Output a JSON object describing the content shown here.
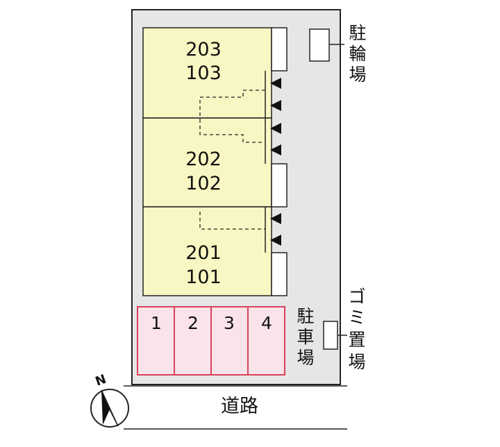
{
  "buildings": [
    {
      "upper_unit": "203",
      "lower_unit": "103"
    },
    {
      "upper_unit": "202",
      "lower_unit": "102"
    },
    {
      "upper_unit": "201",
      "lower_unit": "101"
    }
  ],
  "parking": {
    "slots": [
      "1",
      "2",
      "3",
      "4"
    ],
    "label": [
      "駐",
      "車",
      "場"
    ]
  },
  "bicycle_parking": {
    "label": [
      "駐",
      "輪",
      "場"
    ]
  },
  "garbage_area": {
    "label": [
      "ゴ",
      "ミ",
      "置",
      "場"
    ]
  },
  "road": {
    "label": "道路"
  },
  "compass": {
    "label": "N"
  },
  "colors": {
    "building_fill": "#f8f6c2",
    "parking_border": "#d9415a",
    "parking_fill": "#fbe3ea",
    "site_background": "#e6e6e6"
  }
}
